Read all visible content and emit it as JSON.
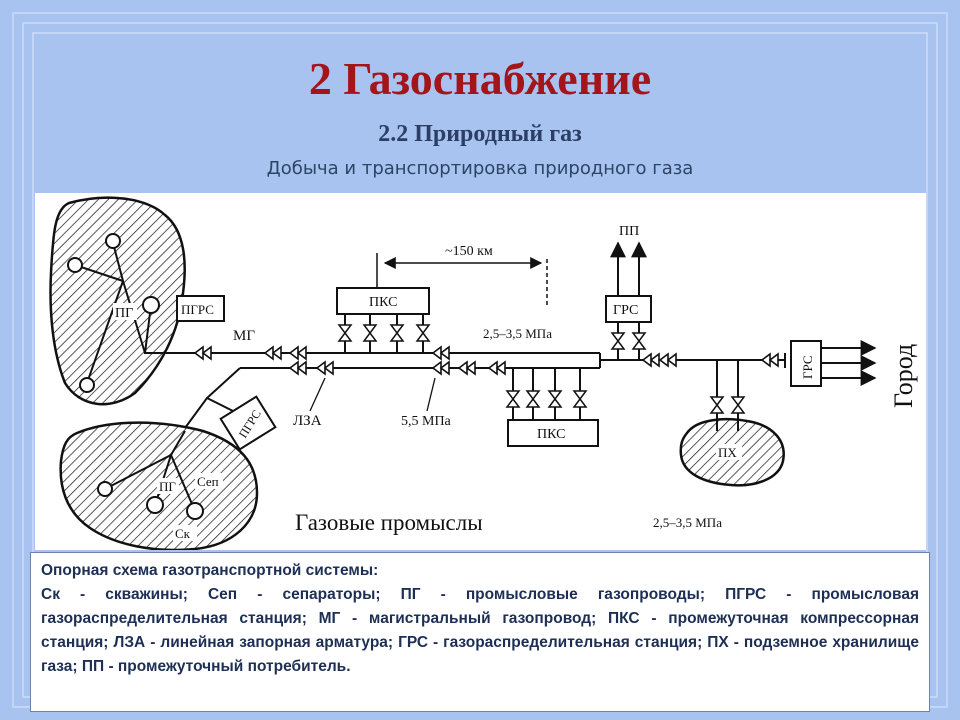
{
  "slide": {
    "title": "2 Газоснабжение",
    "subtitle": "2.2 Природный газ",
    "caption": "Добыча и транспортировка природного газа"
  },
  "diagram": {
    "labels": {
      "pg_top": "ПГ",
      "pgrs_top": "ПГРС",
      "mg": "МГ",
      "lza": "ЛЗА",
      "pgrs_bottom": "ПГРС",
      "distance": "~150 км",
      "pks_top": "ПКС",
      "pressure_mid": "2,5–3,5 МПа",
      "pressure_low": "5,5 МПа",
      "pks_bottom": "ПКС",
      "pp": "ПП",
      "grs_top": "ГРС",
      "grs_city": "ГРС",
      "city": "Город",
      "px": "ПХ",
      "pg_bottom": "ПГ",
      "sep": "Сеп",
      "sk": "Ск",
      "fields": "Газовые промыслы",
      "pressure_bottom": "2,5–3,5 МПа"
    }
  },
  "legend": {
    "heading": "Опорная схема газотранспортной системы:",
    "text": "Ск - скважины; Сеп - сепараторы; ПГ - промысловые газопроводы; ПГРС - промысловая газораспределительная станция; МГ - магистральный газопровод; ПКС - промежуточная компрессорная станция; ЛЗА - линейная запорная арматура; ГРС - газораспределительная станция; ПХ - подземное хранилище газа; ПП - промежуточный потребитель."
  }
}
